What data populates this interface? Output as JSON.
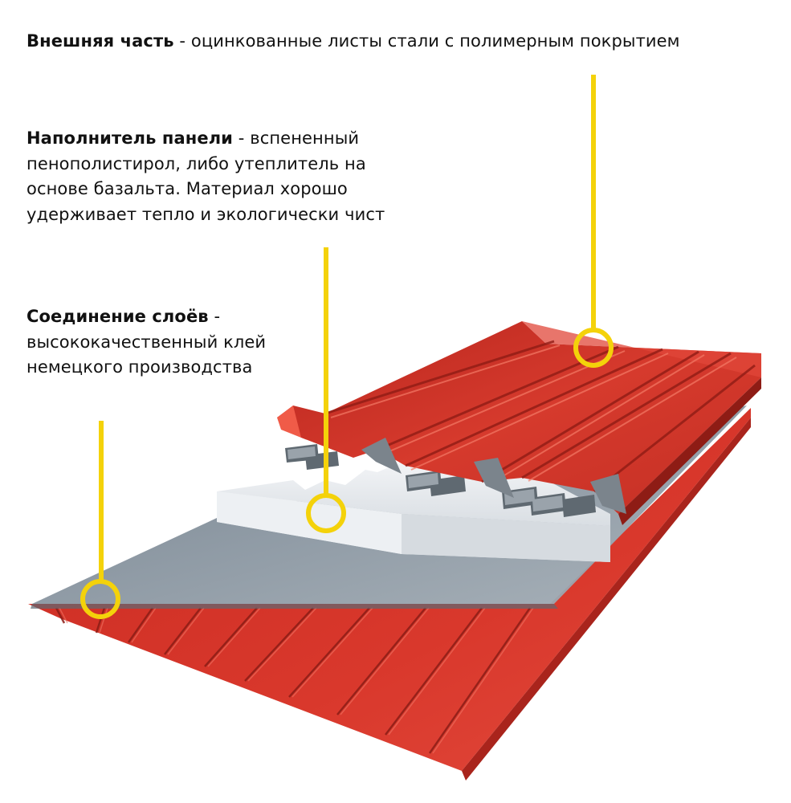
{
  "annotations": {
    "outer": {
      "title": "Внешняя часть",
      "text": " - оцинкованные листы стали с полимерным покрытием"
    },
    "filler": {
      "title": "Наполнитель панели",
      "text": " - вспененный пенополистирол, либо утеплитель на основе базальта. Материал хорошо удерживает тепло и экологически чист"
    },
    "join": {
      "title": "Соединение слоёв",
      "text": " - высококачественный клей немецкого производства"
    }
  },
  "colors": {
    "accent": "#f4d20a",
    "steel_red": "#d8362b",
    "steel_dark": "#9e1f19",
    "foam": "#eceff2",
    "glue_layer": "#7f8b95"
  }
}
